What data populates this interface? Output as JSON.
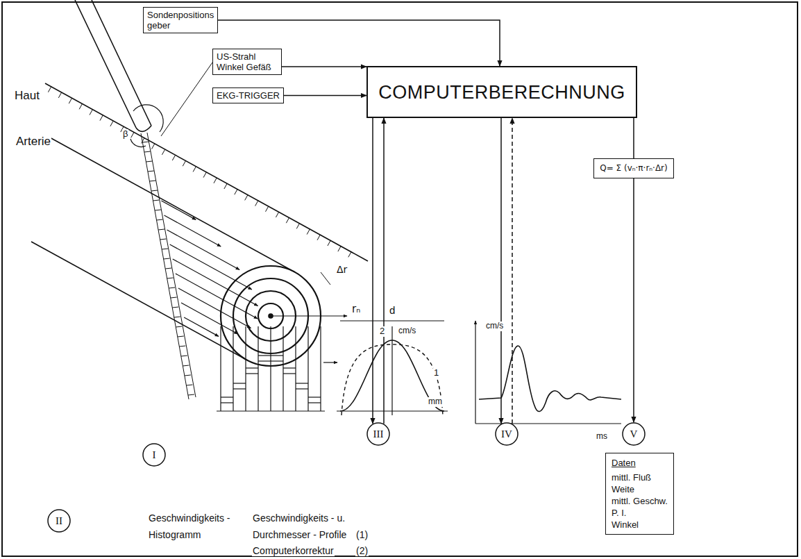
{
  "diagram": {
    "nodes": [
      {
        "text": [
          "Sondenpositions geber"
        ]
      },
      {
        "text": [
          "US-Strahl Winkel Gefäß"
        ]
      },
      {
        "text": [
          "EKG-TRIGGER"
        ]
      },
      {
        "text": [
          "COMPUTERBERECHNUNG"
        ]
      },
      {
        "text": [
          "Q= Σ (vₙ·π·rₙ·Δr)"
        ]
      },
      {
        "text": [
          "I"
        ]
      },
      {
        "text": [
          "II"
        ]
      },
      {
        "text": [
          "III"
        ]
      },
      {
        "text": [
          "IV"
        ]
      },
      {
        "text": [
          "V"
        ]
      },
      {
        "text": [
          "Daten",
          "mittl. Fluß",
          "Weite",
          "mittl. Geschw.",
          "P. I.",
          "Winkel"
        ]
      }
    ],
    "edges": [
      {
        "from": 0,
        "to": 3,
        "arrow": "to"
      },
      {
        "from": 1,
        "to": 3,
        "arrow": "to"
      },
      {
        "from": 2,
        "to": 3,
        "arrow": "to"
      },
      {
        "from": 3,
        "to": 7,
        "arrow": "to"
      },
      {
        "from": 7,
        "to": 3,
        "arrow": "to"
      },
      {
        "from": 3,
        "to": 8,
        "arrow": "to"
      },
      {
        "from": 8,
        "to": 3,
        "arrow": "to"
      },
      {
        "from": 3,
        "to": 4,
        "arrow": "none"
      },
      {
        "from": 4,
        "to": 9,
        "arrow": "to"
      }
    ],
    "labels": [
      "Haut",
      "Arterie",
      "β",
      "Δr",
      "rₙ",
      "d",
      "cm/s",
      "2",
      "1",
      "mm",
      "cm/s",
      "ms",
      "Geschwindigkeits -",
      "Geschwindigkeits - u.",
      "Histogramm",
      "Durchmesser - Profile",
      "(1)",
      "Computerkorrektur",
      "(2)"
    ]
  }
}
